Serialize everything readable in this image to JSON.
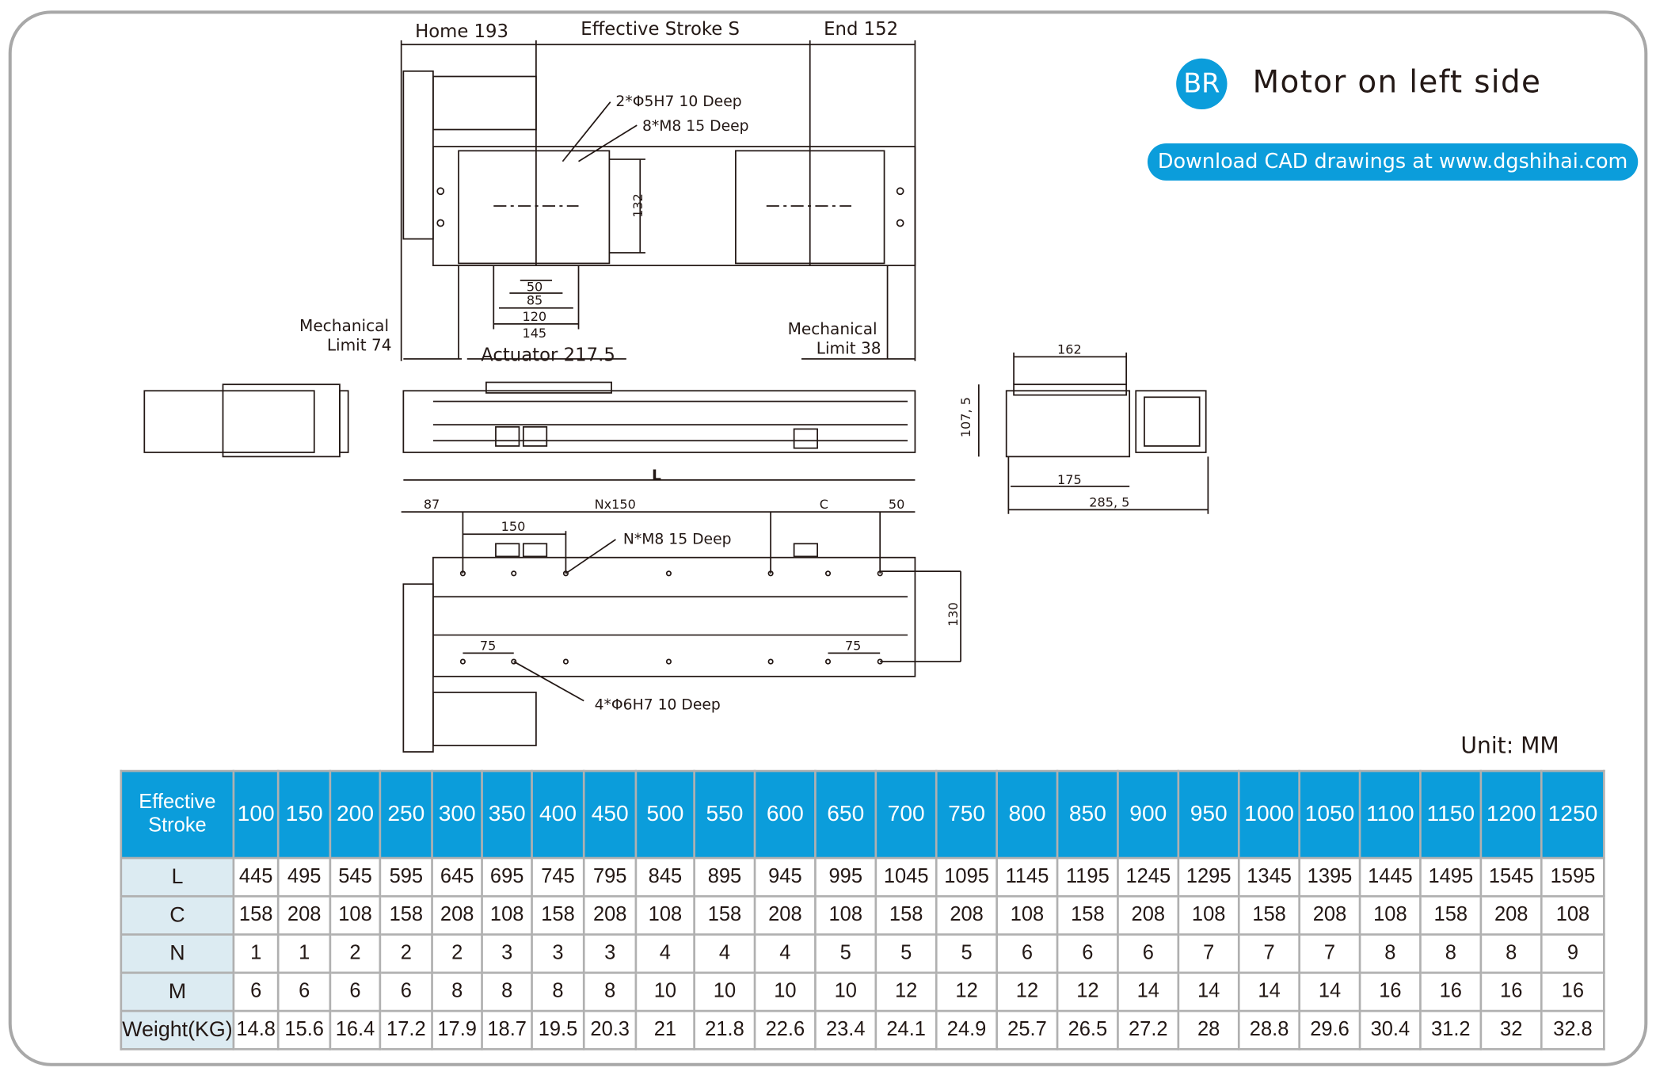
{
  "header": {
    "badge": "BR",
    "title": "Motor on left side",
    "cad_link": "Download CAD drawings at www.dgshihai.com",
    "unit": "Unit: MM"
  },
  "drawing": {
    "home": "Home 193",
    "stroke": "Effective Stroke S",
    "end": "End 152",
    "hole1": "2*Φ5H7 10 Deep",
    "hole2": "8*M8 15 Deep",
    "dim132": "132",
    "dim50": "50",
    "dim85": "85",
    "dim120": "120",
    "dim145": "145",
    "mech_left_1": "Mechanical",
    "mech_left_2": "Limit 74",
    "actuator": "Actuator 217.5",
    "mech_right_1": "Mechanical",
    "mech_right_2": "Limit 38",
    "L": "L",
    "dim162": "162",
    "dim1075": "107, 5",
    "dim175": "175",
    "dim2855": "285, 5",
    "dim87": "87",
    "nx150": "Nx150",
    "C": "C",
    "dim50b": "50",
    "dim150": "150",
    "nm8": "N*M8  15 Deep",
    "dim130": "130",
    "dim75a": "75",
    "dim75b": "75",
    "hole3": "4*Φ6H7  10 Deep"
  },
  "table": {
    "header_label": [
      "Effective",
      "Stroke"
    ],
    "strokes": [
      "100",
      "150",
      "200",
      "250",
      "300",
      "350",
      "400",
      "450",
      "500",
      "550",
      "600",
      "650",
      "700",
      "750",
      "800",
      "850",
      "900",
      "950",
      "1000",
      "1050",
      "1100",
      "1150",
      "1200",
      "1250"
    ],
    "rows": [
      {
        "label": "L",
        "values": [
          "445",
          "495",
          "545",
          "595",
          "645",
          "695",
          "745",
          "795",
          "845",
          "895",
          "945",
          "995",
          "1045",
          "1095",
          "1145",
          "1195",
          "1245",
          "1295",
          "1345",
          "1395",
          "1445",
          "1495",
          "1545",
          "1595"
        ]
      },
      {
        "label": "C",
        "values": [
          "158",
          "208",
          "108",
          "158",
          "208",
          "108",
          "158",
          "208",
          "108",
          "158",
          "208",
          "108",
          "158",
          "208",
          "108",
          "158",
          "208",
          "108",
          "158",
          "208",
          "108",
          "158",
          "208",
          "108"
        ]
      },
      {
        "label": "N",
        "values": [
          "1",
          "1",
          "2",
          "2",
          "2",
          "3",
          "3",
          "3",
          "4",
          "4",
          "4",
          "5",
          "5",
          "5",
          "6",
          "6",
          "6",
          "7",
          "7",
          "7",
          "8",
          "8",
          "8",
          "9"
        ]
      },
      {
        "label": "M",
        "values": [
          "6",
          "6",
          "6",
          "6",
          "8",
          "8",
          "8",
          "8",
          "10",
          "10",
          "10",
          "10",
          "12",
          "12",
          "12",
          "12",
          "14",
          "14",
          "14",
          "14",
          "16",
          "16",
          "16",
          "16"
        ]
      },
      {
        "label": "Weight(KG)",
        "values": [
          "14.8",
          "15.6",
          "16.4",
          "17.2",
          "17.9",
          "18.7",
          "19.5",
          "20.3",
          "21",
          "21.8",
          "22.6",
          "23.4",
          "24.1",
          "24.9",
          "25.7",
          "26.5",
          "27.2",
          "28",
          "28.8",
          "29.6",
          "30.4",
          "31.2",
          "32",
          "32.8"
        ]
      }
    ]
  }
}
